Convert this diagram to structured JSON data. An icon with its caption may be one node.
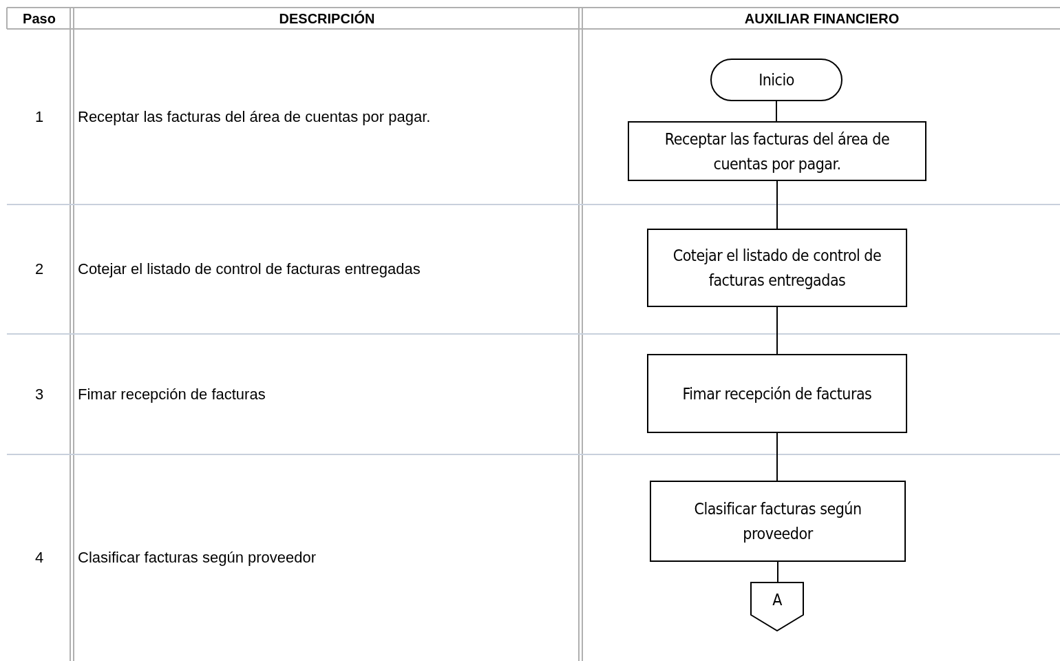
{
  "diagram": {
    "nodes": [
      {
        "text": [
          "Inicio"
        ]
      },
      {
        "text": [
          "Receptar las facturas del área de cuentas por pagar."
        ]
      },
      {
        "text": [
          "Cotejar el listado de control de facturas entregadas"
        ]
      },
      {
        "text": [
          "Fimar recepción de facturas"
        ]
      },
      {
        "text": [
          "Clasificar facturas según proveedor"
        ]
      },
      {
        "text": [
          "A"
        ]
      }
    ],
    "edges": [
      {
        "from": 0,
        "to": 1,
        "arrow": "none"
      },
      {
        "from": 1,
        "to": 2,
        "arrow": "none"
      },
      {
        "from": 2,
        "to": 3,
        "arrow": "none"
      },
      {
        "from": 3,
        "to": 4,
        "arrow": "none"
      },
      {
        "from": 4,
        "to": 5,
        "arrow": "none"
      }
    ],
    "labels": [
      "Paso",
      "DESCRIPCIÓN",
      "AUXILIAR FINANCIERO",
      "1",
      "Receptar las facturas del área de cuentas por pagar.",
      "2",
      "Cotejar el listado de control de facturas entregadas",
      "3",
      "Fimar recepción de facturas",
      "4",
      "Clasificar facturas según proveedor"
    ]
  }
}
